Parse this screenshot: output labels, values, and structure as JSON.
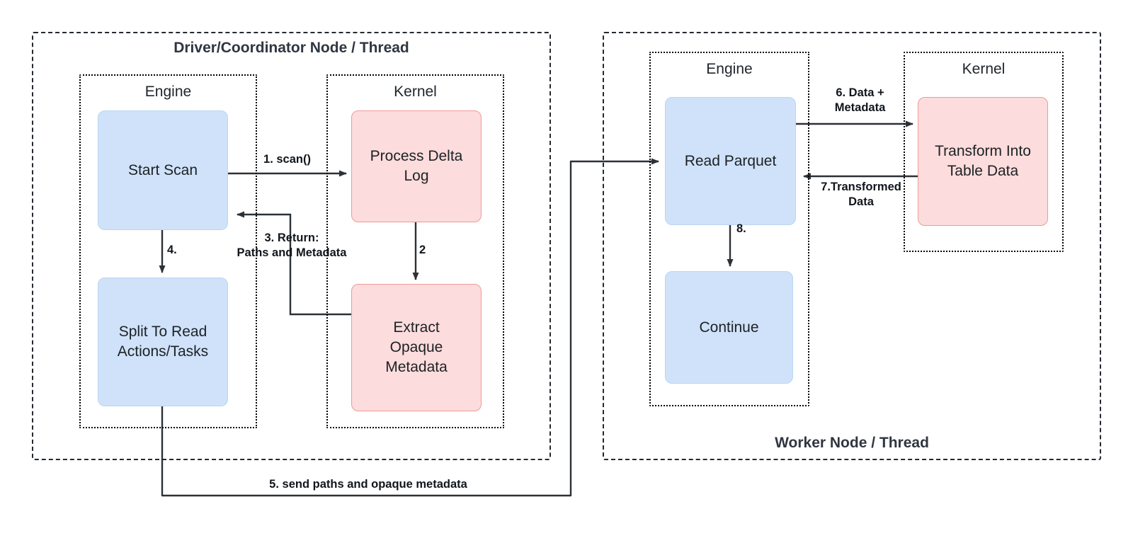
{
  "diagram": {
    "type": "flowchart",
    "title": "Delta Kernel scan flow across driver and worker nodes",
    "colors": {
      "engine_fill": "#cfe2f9",
      "engine_stroke": "#bcd6f2",
      "kernel_fill": "#fcdcdc",
      "kernel_stroke": "#f09a9a",
      "frame_stroke": "#24292f",
      "text": "#1d2125"
    }
  },
  "frames": [
    {
      "id": "driver",
      "title": "Driver/Coordinator Node / Thread"
    },
    {
      "id": "worker",
      "title": "Worker Node / Thread"
    }
  ],
  "pools": [
    {
      "id": "driver-engine",
      "title": "Engine"
    },
    {
      "id": "driver-kernel",
      "title": "Kernel"
    },
    {
      "id": "worker-engine",
      "title": "Engine"
    },
    {
      "id": "worker-kernel",
      "title": "Kernel"
    }
  ],
  "nodes": [
    {
      "id": "start-scan",
      "label": "Start Scan",
      "kind": "engine"
    },
    {
      "id": "split-to-read",
      "label": "Split To Read\nActions/Tasks",
      "kind": "engine"
    },
    {
      "id": "process-delta-log",
      "label": "Process Delta\nLog",
      "kind": "kernel"
    },
    {
      "id": "extract-opaque-metadata",
      "label": "Extract\nOpaque\nMetadata",
      "kind": "kernel"
    },
    {
      "id": "read-parquet",
      "label": "Read Parquet",
      "kind": "engine"
    },
    {
      "id": "continue",
      "label": "Continue",
      "kind": "engine"
    },
    {
      "id": "transform-into-table-data",
      "label": "Transform Into\nTable Data",
      "kind": "kernel"
    }
  ],
  "edges": [
    {
      "id": "e1",
      "label": "1. scan()",
      "from": "start-scan",
      "to": "process-delta-log"
    },
    {
      "id": "e2",
      "label": "2",
      "from": "process-delta-log",
      "to": "extract-opaque-metadata"
    },
    {
      "id": "e3",
      "label": "3. Return:\nPaths and Metadata",
      "from": "extract-opaque-metadata",
      "to": "start-scan"
    },
    {
      "id": "e4",
      "label": "4.",
      "from": "start-scan",
      "to": "split-to-read"
    },
    {
      "id": "e5",
      "label": "5. send paths and opaque metadata",
      "from": "split-to-read",
      "to": "read-parquet"
    },
    {
      "id": "e6",
      "label": "6. Data +\nMetadata",
      "from": "read-parquet",
      "to": "transform-into-table-data"
    },
    {
      "id": "e7",
      "label": "7.Transformed\nData",
      "from": "transform-into-table-data",
      "to": "read-parquet"
    },
    {
      "id": "e8",
      "label": "8.",
      "from": "read-parquet",
      "to": "continue"
    }
  ]
}
